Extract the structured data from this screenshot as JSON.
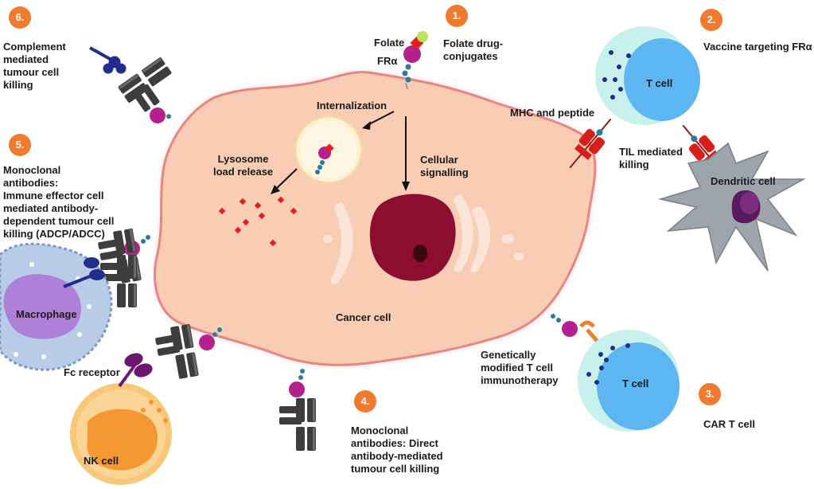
{
  "strategies": [
    {
      "number": "1.",
      "label": "Folate drug-\nconjugates"
    },
    {
      "number": "2.",
      "label": "Vaccine targeting FRα"
    },
    {
      "number": "3.",
      "label": "CAR T cell"
    },
    {
      "number": "4.",
      "label": "Monoclonal\nantibodies: Direct\nantibody-mediated\ntumour cell killing"
    },
    {
      "number": "5.",
      "label": "Monoclonal\nantibodies:\nImmune effector cell\nmediated antibody-\ndependent tumour cell\nkilling (ADCP/ADCC)"
    },
    {
      "number": "6.",
      "label": "Complement\nmediated\ntumour cell\nkilling"
    }
  ],
  "labels": {
    "folate": "Folate",
    "fra": "FRα",
    "internalization": "Internalization",
    "lysosome": "Lysosome\nload release",
    "cellular_signalling": "Cellular\nsignalling",
    "cancer_cell": "Cancer cell",
    "t_cell": "T cell",
    "mhc": "MHC and peptide",
    "til": "TIL mediated\nkilling",
    "dendritic_cell": "Dendritic cell",
    "gm_t_cell": "Genetically\nmodified T cell\nimmunotherapy",
    "macrophage": "Macrophage",
    "fc_receptor": "Fc receptor",
    "nk_cell": "NK cell"
  },
  "colors": {
    "badge": "#f07a2e",
    "cancer_cell_fill": "#f8cdb3",
    "cancer_cell_border": "#e88585",
    "nucleus": "#8c0d2e",
    "t_cell_outer": "#c8f1ee",
    "t_cell_inner": "#5eb6f0",
    "macrophage": "#b8cce8",
    "nk_cell": "#f9c77a",
    "dendritic_cell": "#9ea4ab",
    "receptor": "#b4218c",
    "antibody": "#4a4a4a",
    "drug": "#e41e1e"
  }
}
